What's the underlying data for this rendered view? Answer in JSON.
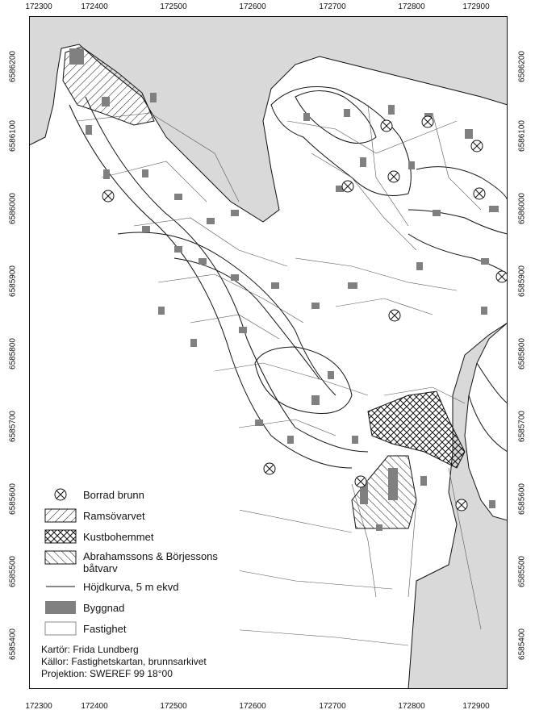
{
  "axes": {
    "x_ticks": [
      "172300",
      "172400",
      "172500",
      "172600",
      "172700",
      "172800",
      "172900"
    ],
    "y_ticks": [
      "6586200",
      "6586100",
      "6586000",
      "6585900",
      "6585800",
      "6585700",
      "6585600",
      "6585500",
      "6585400"
    ]
  },
  "legend": {
    "items": [
      {
        "label": "Borrad brunn",
        "symbol": "circle-cross-icon"
      },
      {
        "label": "Ramsövarvet",
        "symbol": "diagonal-hatch-icon"
      },
      {
        "label": "Kustbohemmet",
        "symbol": "cross-hatch-icon"
      },
      {
        "label": "Abrahamssons & Börjessons båtvarv",
        "symbol": "reverse-hatch-icon"
      },
      {
        "label": "Höjdkurva, 5 m ekvd",
        "symbol": "contour-line-icon"
      },
      {
        "label": "Byggnad",
        "symbol": "building-swatch-icon"
      },
      {
        "label": "Fastighet",
        "symbol": "property-swatch-icon"
      }
    ]
  },
  "credits": {
    "cartographer": "Kartör: Frida Lundberg",
    "sources": "Källor: Fastighetskartan, brunnsarkivet",
    "projection": "Projektion: SWEREF 99 18°00"
  },
  "colors": {
    "water": "#d9d9d9",
    "land": "#ffffff",
    "building": "#808080",
    "lines": "#111111"
  }
}
